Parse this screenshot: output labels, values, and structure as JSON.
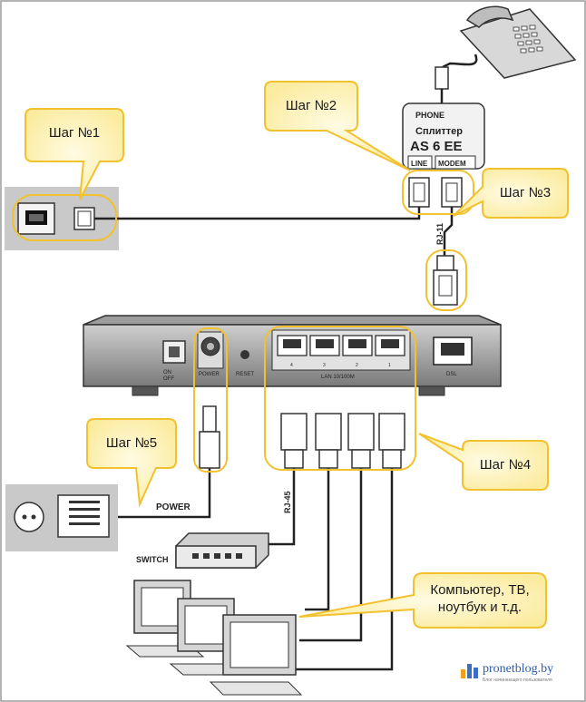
{
  "callouts": {
    "step1": "Шаг №1",
    "step2": "Шаг №2",
    "step3": "Шаг №3",
    "step4": "Шаг №4",
    "step5": "Шаг №5",
    "devices": "Компьютер, ТВ, ноутбук и т.д."
  },
  "splitter": {
    "phone_label": "PHONE",
    "title": "Сплиттер",
    "model": "AS 6 EE",
    "line_port": "LINE",
    "modem_port": "MODEM"
  },
  "router": {
    "on_label": "ON",
    "off_label": "OFF",
    "power_label": "POWER",
    "reset_label": "RESET",
    "lan_label": "LAN 10/100M",
    "lan_ports": [
      "4",
      "3",
      "2",
      "1"
    ],
    "dsl_label": "DSL"
  },
  "cables": {
    "rj11": "RJ-11",
    "rj45": "RJ-45",
    "power": "POWER",
    "switch": "SWITCH"
  },
  "watermark": {
    "name": "pronetblog.by",
    "tagline": "Блог начинающего пользователя"
  },
  "colors": {
    "callout_fill": "#fdf5c4",
    "callout_border": "#f2c12e",
    "device_gray": "#8a8a8a"
  }
}
